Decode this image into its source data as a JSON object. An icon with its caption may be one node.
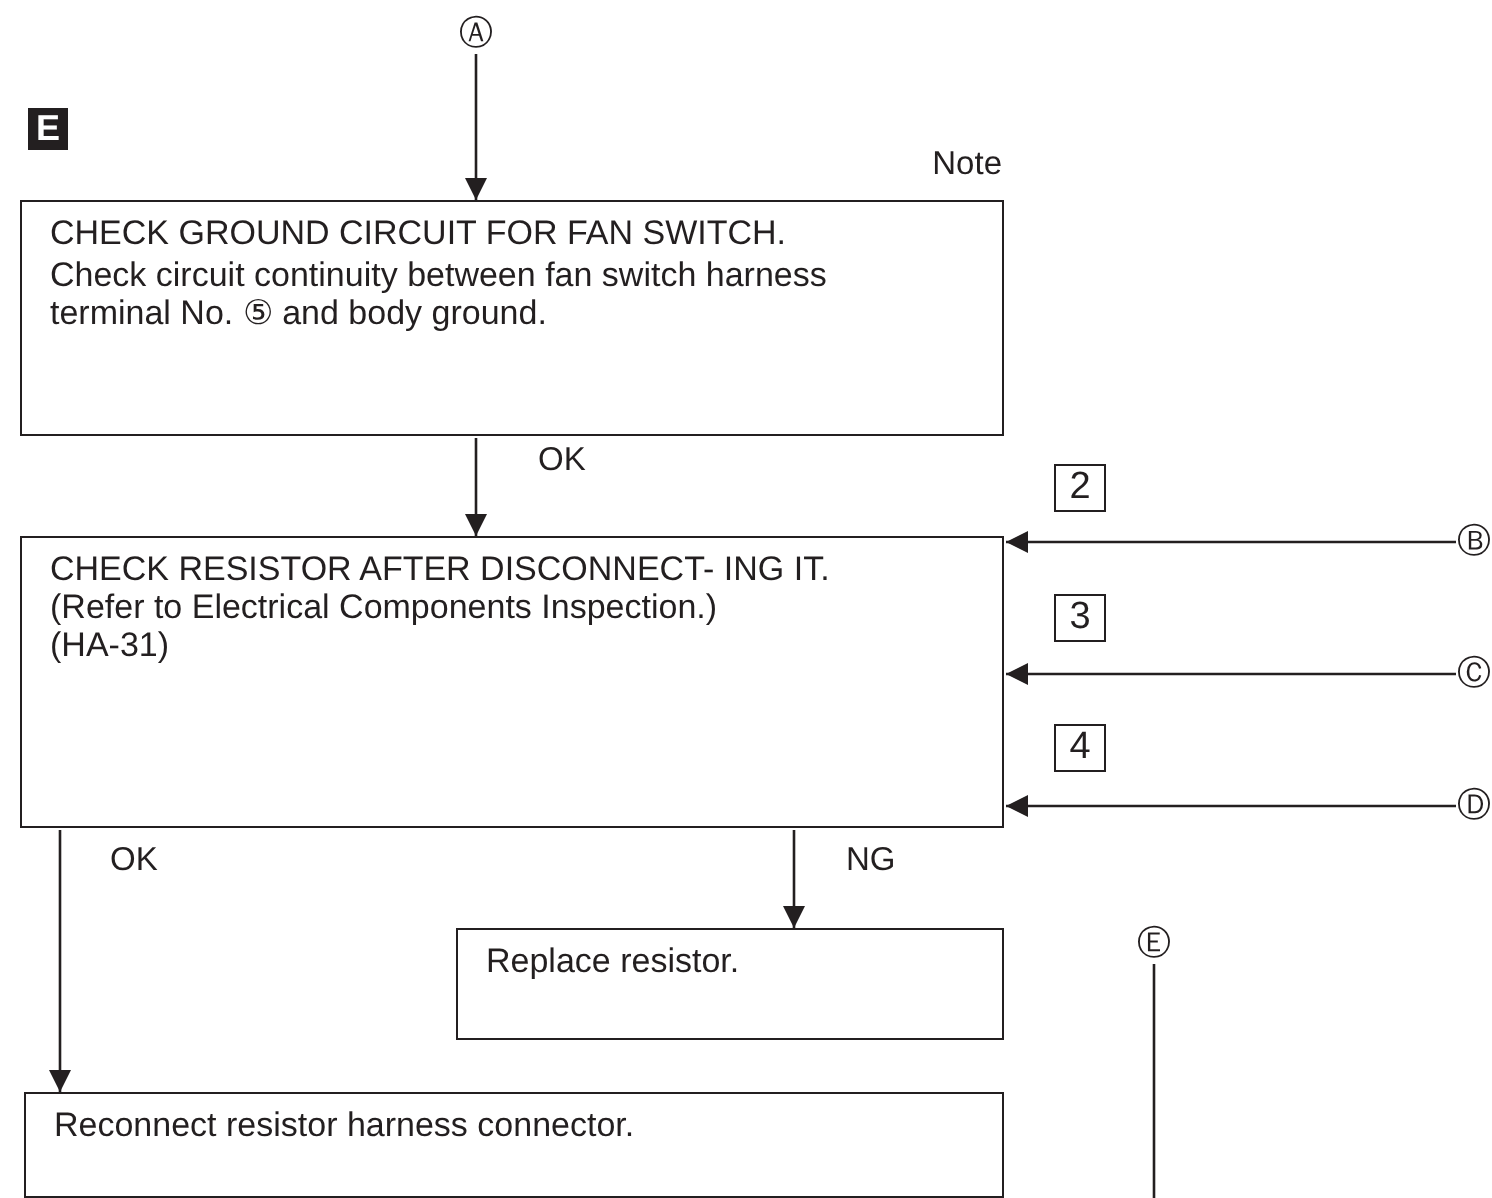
{
  "diagram": {
    "nodes": [
      {
        "text": [
          "Ⓐ"
        ]
      },
      {
        "text": [
          "CHECK GROUND CIRCUIT FOR FAN SWITCH.",
          "Check circuit continuity between fan switch harness terminal No. ⑤ and body ground."
        ],
        "beside": [
          "Note"
        ]
      },
      {
        "text": [
          "CHECK RESISTOR AFTER DISCONNECT- ING IT.",
          "(Refer to Electrical Components Inspection.)",
          "(HA-31)"
        ]
      },
      {
        "text": [
          "Ⓑ"
        ]
      },
      {
        "text": [
          "Ⓒ"
        ]
      },
      {
        "text": [
          "Ⓓ"
        ]
      },
      {
        "text": [
          "Replace resistor."
        ]
      },
      {
        "text": [
          "Reconnect resistor harness connector."
        ]
      },
      {
        "text": [
          "Ⓔ"
        ]
      }
    ],
    "edges": [
      {
        "from": 0,
        "to": 1,
        "arrow": "to"
      },
      {
        "from": 1,
        "to": 2,
        "arrow": "to",
        "label": "OK"
      },
      {
        "from": 3,
        "to": 2,
        "arrow": "to"
      },
      {
        "from": 4,
        "to": 2,
        "arrow": "to"
      },
      {
        "from": 5,
        "to": 2,
        "arrow": "to"
      },
      {
        "from": 2,
        "to": 6,
        "arrow": "to",
        "label": "NG"
      },
      {
        "from": 2,
        "to": 7,
        "arrow": "to",
        "label": "OK"
      },
      {
        "from": 8,
        "to": null,
        "arrow": "none"
      }
    ],
    "labels": [
      "E",
      "2",
      "3",
      "4"
    ]
  }
}
